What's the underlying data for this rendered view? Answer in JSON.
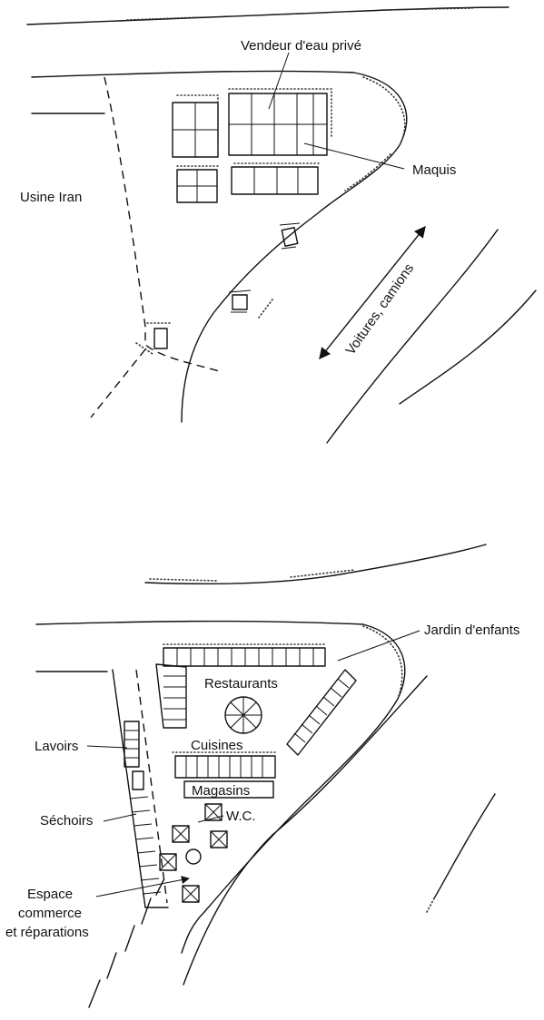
{
  "top_plan": {
    "vendeur_label": "Vendeur d'eau privé",
    "maquis_label": "Maquis",
    "usine_label": "Usine Iran",
    "traffic_label": "Voitures, camions"
  },
  "bottom_plan": {
    "jardin_label": "Jardin d'enfants",
    "restaurants_label": "Restaurants",
    "lavoirs_label": "Lavoirs",
    "cuisines_label": "Cuisines",
    "magasins_label": "Magasins",
    "wc_label": "W.C.",
    "sechoirs_label": "Séchoirs",
    "espace_line1": "Espace",
    "espace_line2": "commerce",
    "espace_line3": "et réparations"
  }
}
